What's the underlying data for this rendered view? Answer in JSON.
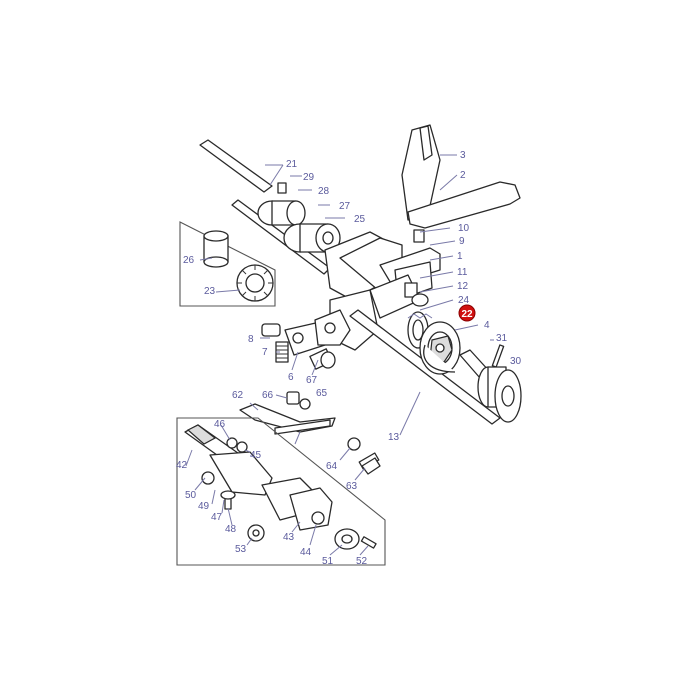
{
  "diagram": {
    "highlight_color": "#d01010",
    "label_color": "#5a5a9c",
    "highlighted_part": "22",
    "labels": [
      "21",
      "29",
      "28",
      "27",
      "25",
      "26",
      "23",
      "3",
      "2",
      "10",
      "9",
      "1",
      "11",
      "12",
      "24",
      "22",
      "4",
      "31",
      "30",
      "8",
      "7",
      "6",
      "67",
      "66",
      "65",
      "62",
      "13",
      "46",
      "45",
      "42",
      "64",
      "63",
      "50",
      "49",
      "47",
      "48",
      "53",
      "43",
      "44",
      "51",
      "52"
    ]
  }
}
